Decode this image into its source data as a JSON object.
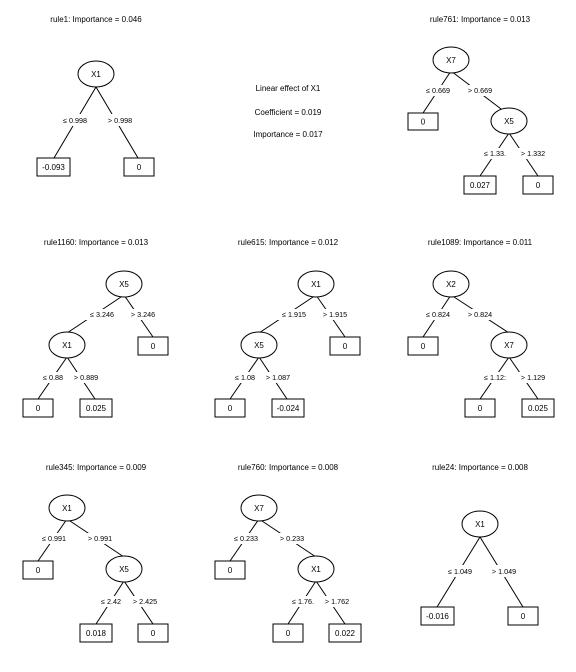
{
  "panels": [
    {
      "title": "rule1: Importance = 0.046",
      "root": "X1",
      "left_label": "≤ 0.998",
      "right_label": "> 0.998",
      "left": {
        "leaf": "-0.093"
      },
      "right": {
        "leaf": "0"
      }
    },
    {
      "linear_effect": {
        "heading": "Linear effect of X1",
        "coefficient": "Coefficient = 0.019",
        "importance": "Importance = 0.017"
      }
    },
    {
      "title": "rule761: Importance = 0.013",
      "root": "X7",
      "left_label": "≤ 0.669",
      "right_label": "> 0.669",
      "left": {
        "leaf": "0"
      },
      "right": {
        "node": "X5",
        "left_label": "≤ 1.33.",
        "right_label": "> 1.332",
        "left": "0.027",
        "right": "0"
      }
    },
    {
      "title": "rule1160: Importance = 0.013",
      "root": "X5",
      "left_label": "≤ 3.246",
      "right_label": "> 3.246",
      "left": {
        "node": "X1",
        "left_label": "≤ 0.88",
        "right_label": "> 0.889",
        "left": "0",
        "right": "0.025"
      },
      "right": {
        "leaf": "0"
      }
    },
    {
      "title": "rule615: Importance = 0.012",
      "root": "X1",
      "left_label": "≤ 1.915",
      "right_label": "> 1.915",
      "left": {
        "node": "X5",
        "left_label": "≤ 1.08",
        "right_label": "> 1.087",
        "left": "0",
        "right": "-0.024"
      },
      "right": {
        "leaf": "0"
      }
    },
    {
      "title": "rule1089: Importance = 0.011",
      "root": "X2",
      "left_label": "≤ 0.824",
      "right_label": "> 0.824",
      "left": {
        "leaf": "0"
      },
      "right": {
        "node": "X7",
        "left_label": "≤ 1.12:",
        "right_label": "> 1.129",
        "left": "0",
        "right": "0.025"
      }
    },
    {
      "title": "rule345: Importance = 0.009",
      "root": "X1",
      "left_label": "≤ 0.991",
      "right_label": "> 0.991",
      "left": {
        "leaf": "0"
      },
      "right": {
        "node": "X5",
        "left_label": "≤ 2.42",
        "right_label": "> 2.425",
        "left": "0.018",
        "right": "0"
      }
    },
    {
      "title": "rule760: Importance = 0.008",
      "root": "X7",
      "left_label": "≤ 0.233",
      "right_label": "> 0.233",
      "left": {
        "leaf": "0"
      },
      "right": {
        "node": "X1",
        "left_label": "≤ 1.76.",
        "right_label": "> 1.762",
        "left": "0",
        "right": "0.022"
      }
    },
    {
      "title": "rule24: Importance = 0.008",
      "root": "X1",
      "left_label": "≤ 1.049",
      "right_label": "> 1.049",
      "left": {
        "leaf": "-0.016"
      },
      "right": {
        "leaf": "0"
      }
    }
  ]
}
